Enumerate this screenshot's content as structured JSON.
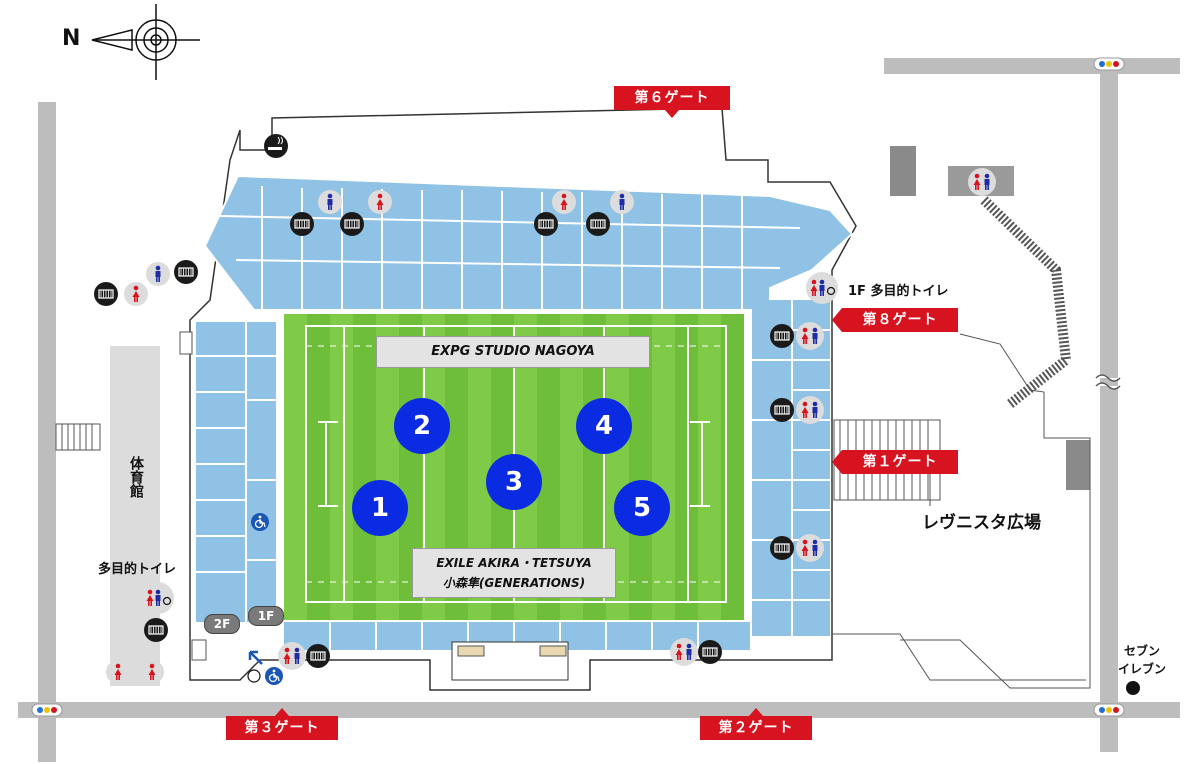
{
  "compass": {
    "north_label": "N"
  },
  "gates": {
    "gate6": "第６ゲート",
    "gate8": "第８ゲート",
    "gate1": "第１ゲート",
    "gate3": "第３ゲート",
    "gate2": "第２ゲート"
  },
  "labels": {
    "multi_toilet_1f": "1F 多目的トイレ",
    "multi_toilet": "多目的トイレ",
    "plaza": "レヴニスタ広場",
    "gym": "体育館",
    "seven_eleven_line1": "セブン",
    "seven_eleven_line2": "イレブン"
  },
  "banners": {
    "top": "EXPG STUDIO NAGOYA",
    "bottom_line1": "EXILE AKIRA・TETSUYA",
    "bottom_line2": "小森隼(GENERATIONS)"
  },
  "floors": {
    "f2": "2F",
    "f1": "1F"
  },
  "zones": [
    "1",
    "2",
    "3",
    "4",
    "5"
  ],
  "colors": {
    "seat_blue": "#8fc2e4",
    "pitch_green": "#6fbe3a",
    "gate_red": "#d7131f",
    "zone_blue": "#0b2be3",
    "road_gray": "#bdbdbd"
  },
  "icons": [
    "smoking-icon",
    "toilet-icon",
    "trash-icon",
    "wheelchair-icon",
    "convenience-store-icon"
  ]
}
